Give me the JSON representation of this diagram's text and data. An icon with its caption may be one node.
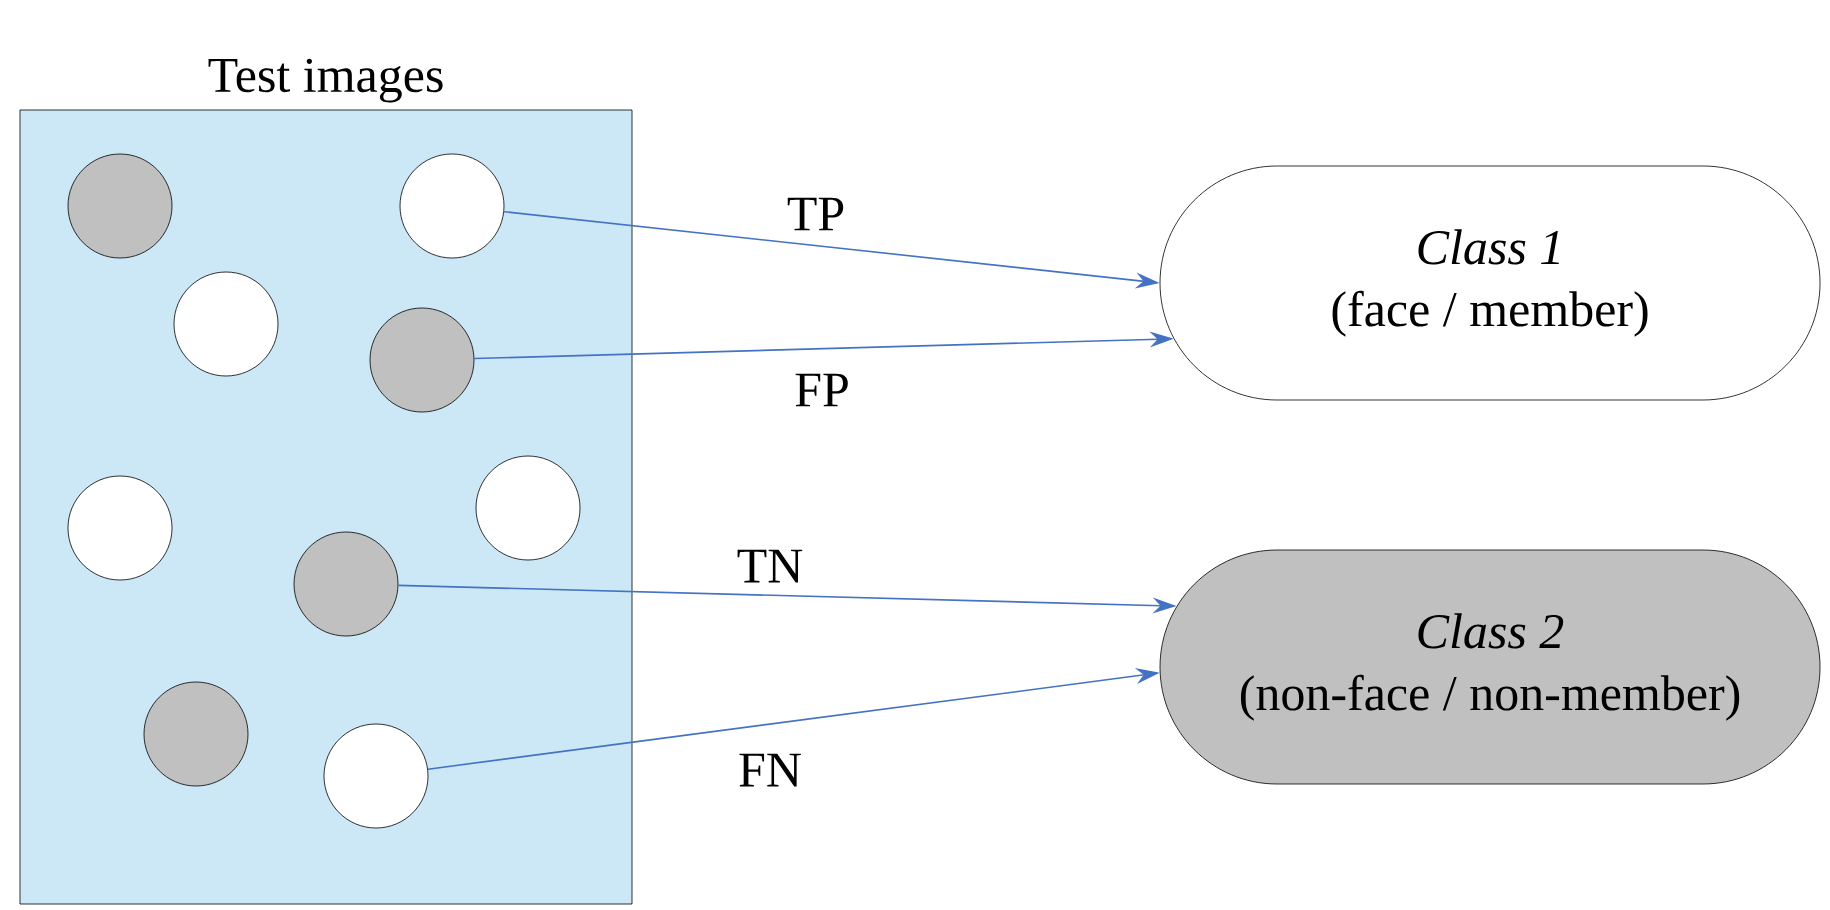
{
  "diagram": {
    "nodes": [
      {
        "text": [
          "Test images"
        ]
      },
      {
        "text": [],
        "shape": "circle",
        "in": 0
      },
      {
        "text": [],
        "shape": "circle",
        "in": 0
      },
      {
        "text": [],
        "shape": "circle",
        "in": 0
      },
      {
        "text": [],
        "shape": "circle",
        "in": 0
      },
      {
        "text": [],
        "shape": "circle",
        "in": 0
      },
      {
        "text": [],
        "shape": "circle",
        "in": 0
      },
      {
        "text": [],
        "shape": "circle",
        "in": 0
      },
      {
        "text": [],
        "shape": "circle",
        "in": 0
      },
      {
        "text": [],
        "shape": "circle",
        "in": 0
      },
      {
        "text": [
          "Class 1",
          "(face / member)"
        ]
      },
      {
        "text": [
          "Class 2",
          "(non-face / non-member)"
        ]
      }
    ],
    "edges": [
      {
        "from": 2,
        "to": 10,
        "arrow": "to",
        "label": "TP"
      },
      {
        "from": 4,
        "to": 10,
        "arrow": "to",
        "label": "FP"
      },
      {
        "from": 7,
        "to": 11,
        "arrow": "to",
        "label": "TN"
      },
      {
        "from": 9,
        "to": 11,
        "arrow": "to",
        "label": "FN"
      }
    ]
  }
}
